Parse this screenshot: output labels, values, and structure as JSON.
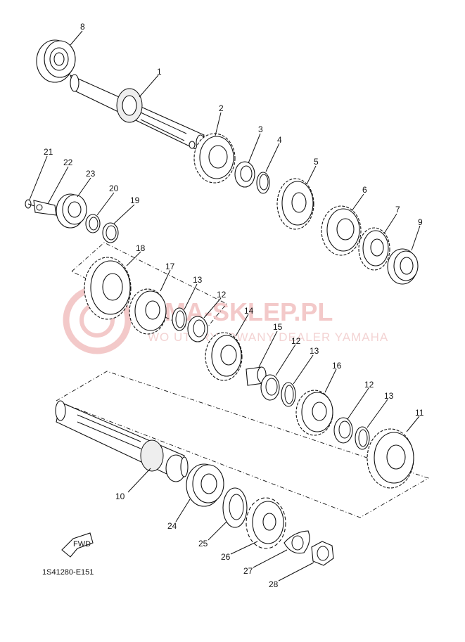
{
  "watermark": {
    "main_text": "AMA-SKLEP.PL",
    "sub_text": "WO    UTORYZOWANY  DEALER YAMAHA"
  },
  "fwd_label": "FWD",
  "diagram_code": "1S41280-E151",
  "colors": {
    "line": "#111111",
    "watermark": "#f3c9c9"
  },
  "parts": [
    {
      "num": "1"
    },
    {
      "num": "2"
    },
    {
      "num": "3"
    },
    {
      "num": "4"
    },
    {
      "num": "5"
    },
    {
      "num": "6"
    },
    {
      "num": "7"
    },
    {
      "num": "8"
    },
    {
      "num": "9"
    },
    {
      "num": "10"
    },
    {
      "num": "11"
    },
    {
      "num": "12"
    },
    {
      "num": "12"
    },
    {
      "num": "12"
    },
    {
      "num": "13"
    },
    {
      "num": "13"
    },
    {
      "num": "13"
    },
    {
      "num": "14"
    },
    {
      "num": "15"
    },
    {
      "num": "16"
    },
    {
      "num": "17"
    },
    {
      "num": "18"
    },
    {
      "num": "19"
    },
    {
      "num": "20"
    },
    {
      "num": "21"
    },
    {
      "num": "22"
    },
    {
      "num": "23"
    },
    {
      "num": "24"
    },
    {
      "num": "25"
    },
    {
      "num": "26"
    },
    {
      "num": "27"
    },
    {
      "num": "28"
    }
  ]
}
